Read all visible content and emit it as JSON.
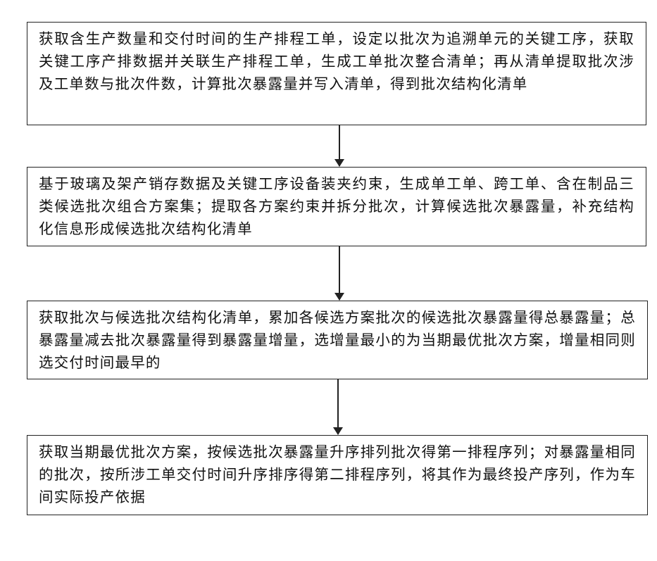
{
  "flowchart": {
    "steps": [
      {
        "text": "获取含生产数量和交付时间的生产排程工单，设定以批次为追溯单元的关键工序，获取关键工序产排数据并关联生产排程工单，生成工单批次整合清单；再从清单提取批次涉及工单数与批次件数，计算批次暴露量并写入清单，得到批次结构化清单"
      },
      {
        "text": "基于玻璃及架产销存数据及关键工序设备装夹约束，生成单工单、跨工单、含在制品三类候选批次组合方案集；提取各方案约束并拆分批次，计算候选批次暴露量，补充结构化信息形成候选批次结构化清单"
      },
      {
        "text": "获取批次与候选批次结构化清单，累加各候选方案批次的候选批次暴露量得总暴露量；总暴露量减去批次暴露量得到暴露量增量，选增量最小的为当期最优批次方案，增量相同则选交付时间最早的"
      },
      {
        "text": "获取当期最优批次方案，按候选批次暴露量升序排列批次得第一排程序列；对暴露量相同的批次，按所涉工单交付时间升序排序得第二排程序列，将其作为最终投产序列，作为车间实际投产依据"
      }
    ]
  }
}
